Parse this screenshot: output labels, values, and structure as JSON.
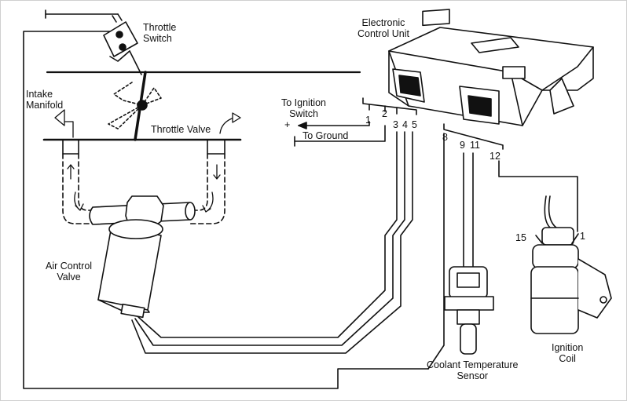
{
  "labels": {
    "throttle_switch": "Throttle\nSwitch",
    "electronic_control_unit": "Electronic\nControl Unit",
    "intake_manifold": "Intake\nManifold",
    "throttle_valve": "Throttle Valve",
    "to_ignition_switch": "To Ignition\nSwitch",
    "plus": "+",
    "to_ground": "To Ground",
    "air_control_valve": "Air Control\nValve",
    "coolant_temperature_sensor": "Coolant Temperature\nSensor",
    "ignition_coil": "Ignition\nCoil"
  },
  "pins": {
    "p1": "1",
    "p2": "2",
    "p3": "3",
    "p4": "4",
    "p5": "5",
    "p8": "8",
    "p9": "9",
    "p11": "11",
    "p12": "12",
    "coil15": "15",
    "coil1": "1"
  }
}
